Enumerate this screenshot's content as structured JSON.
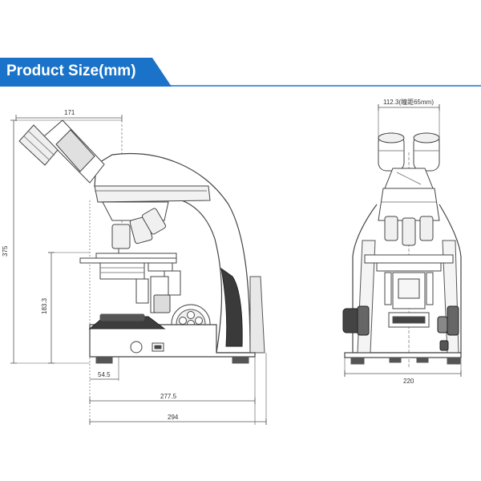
{
  "header": {
    "title": "Product Size(mm)"
  },
  "colors": {
    "banner": "#1a73c9",
    "rule": "#1a73c9",
    "line": "#555555"
  },
  "dimensions": {
    "top_width": "171",
    "total_height": "375",
    "stage_height": "183.3",
    "base_front": "54.5",
    "base_depth": "277.5",
    "total_depth": "294",
    "interpupillary": "112.3(瞳距65mm)",
    "front_width": "220"
  }
}
